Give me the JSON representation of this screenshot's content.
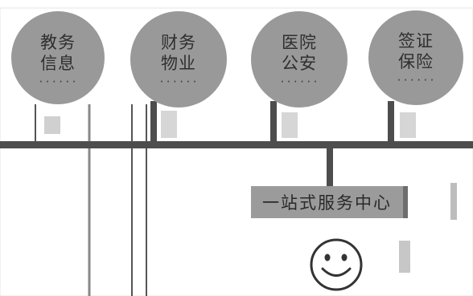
{
  "diagram": {
    "categories": [
      {
        "line1": "教务",
        "line2": "信息",
        "dots": "······"
      },
      {
        "line1": "财务",
        "line2": "物业",
        "dots": "······"
      },
      {
        "line1": "医院",
        "line2": "公安",
        "dots": "······"
      },
      {
        "line1": "签证",
        "line2": "保险",
        "dots": "······"
      }
    ],
    "center_label": "一站式服务中心",
    "colors": {
      "circle": "#999999",
      "bar": "#4d4d4d",
      "box": "#9b9b9b"
    }
  }
}
